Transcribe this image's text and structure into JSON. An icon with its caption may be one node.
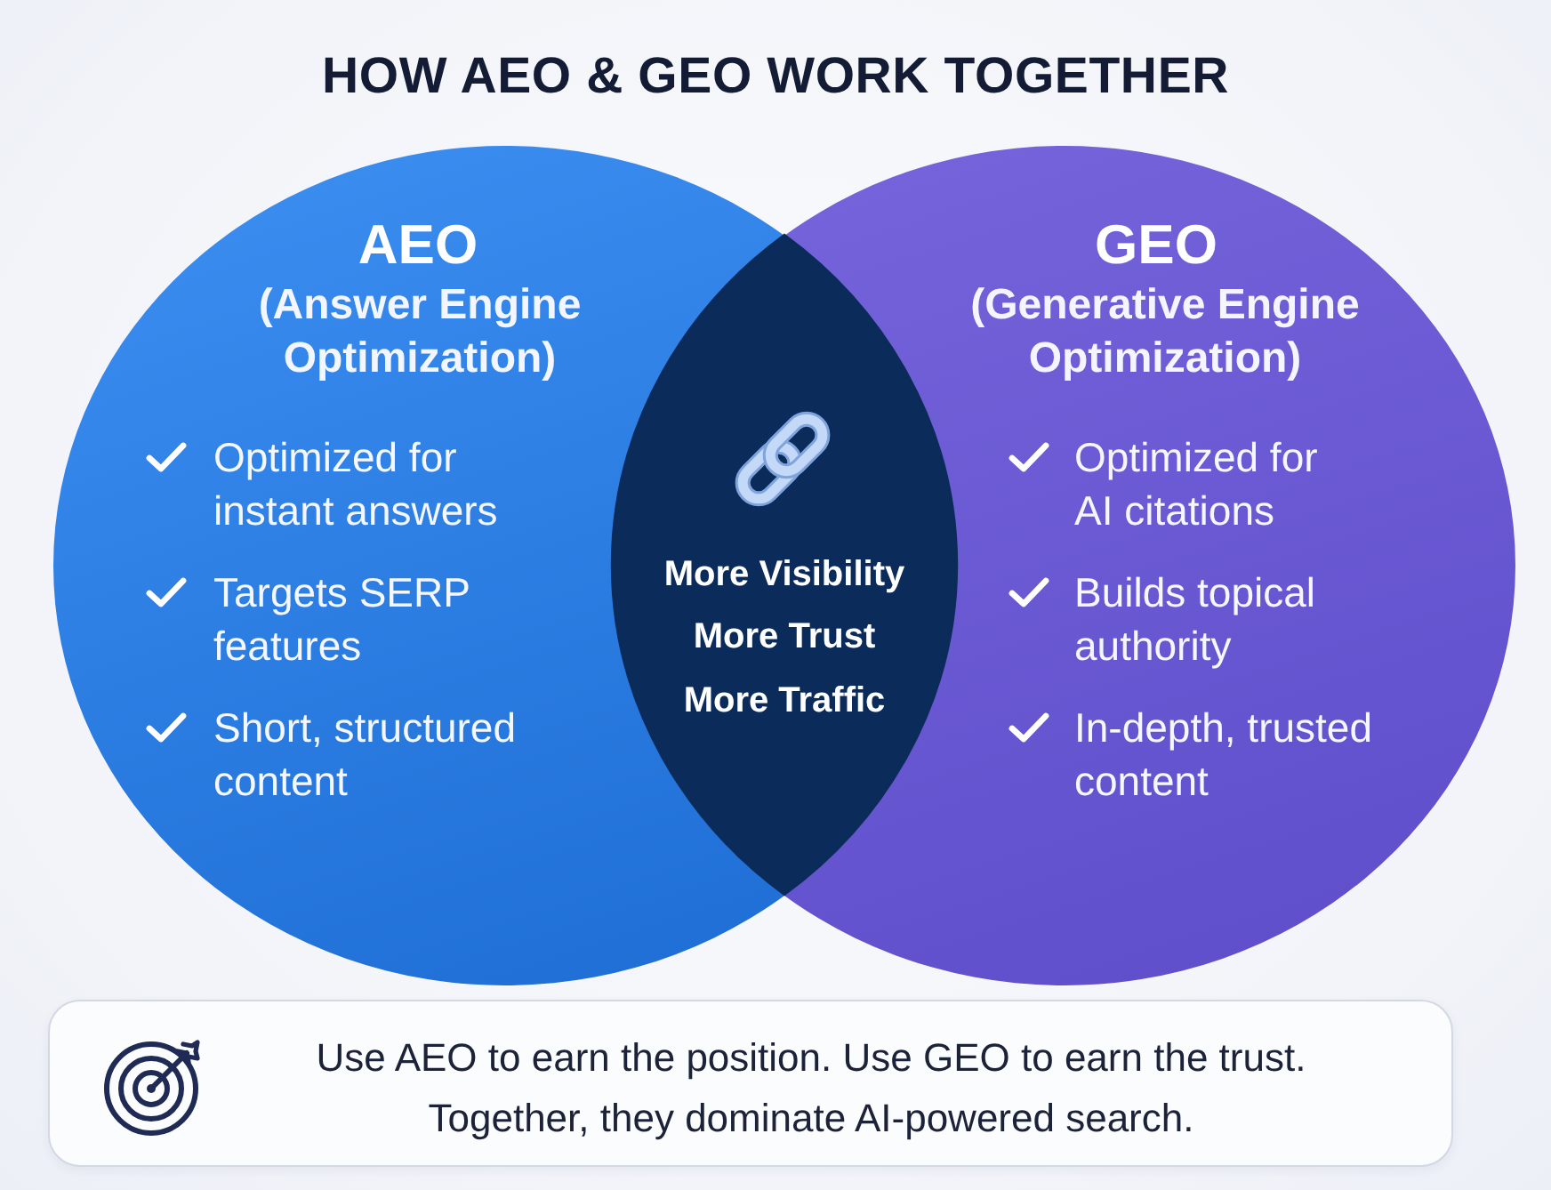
{
  "diagram": {
    "title": "HOW AEO & GEO WORK TOGETHER",
    "nodes": [
      {
        "text": [
          "AEO",
          "(Answer Engine Optimization)",
          "Optimized for instant answers",
          "Targets SERP features",
          "Short, structured content"
        ]
      },
      {
        "text": [
          "GEO",
          "(Generative Engine Optimization)",
          "Optimized for AI citations",
          "Builds topical authority",
          "In-depth, trusted content"
        ]
      },
      {
        "text": [
          "More Visibility",
          "More Trust",
          "More Traffic"
        ]
      },
      {
        "text": [
          "Use AEO to earn the position. Use GEO to earn the trust. Together, they dominate AI-powered search."
        ]
      }
    ]
  }
}
